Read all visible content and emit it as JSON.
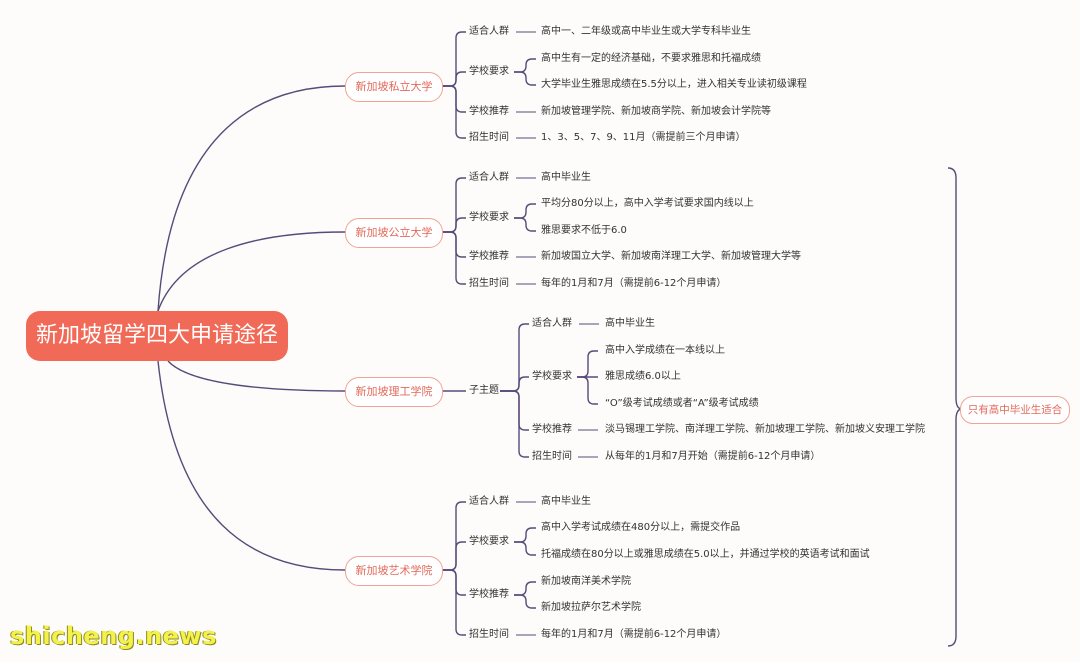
{
  "root": "新加坡留学四大申请途径",
  "branches": [
    {
      "label": "新加坡私立大学",
      "items": [
        {
          "label": "适合人群",
          "values": [
            "高中一、二年级或高中毕业生或大学专科毕业生"
          ]
        },
        {
          "label": "学校要求",
          "values": [
            "高中生有一定的经济基础，不要求雅思和托福成绩",
            "大学毕业生雅思成绩在5.5分以上，进入相关专业读初级课程"
          ]
        },
        {
          "label": "学校推荐",
          "values": [
            "新加坡管理学院、新加坡商学院、新加坡会计学院等"
          ]
        },
        {
          "label": "招生时间",
          "values": [
            "1、3、5、7、9、11月（需提前三个月申请）"
          ]
        }
      ]
    },
    {
      "label": "新加坡公立大学",
      "items": [
        {
          "label": "适合人群",
          "values": [
            "高中毕业生"
          ]
        },
        {
          "label": "学校要求",
          "values": [
            "平均分80分以上，高中入学考试要求国内线以上",
            "雅思要求不低于6.0"
          ]
        },
        {
          "label": "学校推荐",
          "values": [
            "新加坡国立大学、新加坡南洋理工大学、新加坡管理大学等"
          ]
        },
        {
          "label": "招生时间",
          "values": [
            "每年的1月和7月（需提前6-12个月申请）"
          ]
        }
      ]
    },
    {
      "label": "新加坡理工学院",
      "subtopic": "子主题",
      "items": [
        {
          "label": "适合人群",
          "values": [
            "高中毕业生"
          ]
        },
        {
          "label": "学校要求",
          "values": [
            "高中入学成绩在一本线以上",
            "雅思成绩6.0以上",
            "“O”级考试成绩或者“A”级考试成绩"
          ]
        },
        {
          "label": "学校推荐",
          "values": [
            "淡马锡理工学院、南洋理工学院、新加坡理工学院、新加坡义安理工学院"
          ]
        },
        {
          "label": "招生时间",
          "values": [
            "从每年的1月和7月开始（需提前6-12个月申请）"
          ]
        }
      ]
    },
    {
      "label": "新加坡艺术学院",
      "items": [
        {
          "label": "适合人群",
          "values": [
            "高中毕业生"
          ]
        },
        {
          "label": "学校要求",
          "values": [
            "高中入学考试成绩在480分以上，需提交作品",
            "托福成绩在80分以上或雅思成绩在5.0以上，并通过学校的英语考试和面试"
          ]
        },
        {
          "label": "学校推荐",
          "values": [
            "新加坡南洋美术学院",
            "新加坡拉萨尔艺术学院"
          ]
        },
        {
          "label": "招生时间",
          "values": [
            "每年的1月和7月（需提前6-12个月申请）"
          ]
        }
      ]
    }
  ],
  "note": "只有高中毕业生适合",
  "watermark": "shicheng.news",
  "colors": {
    "accent": "#f06a57",
    "line": "#5a4a7a",
    "branch_text": "#e36a5a"
  }
}
